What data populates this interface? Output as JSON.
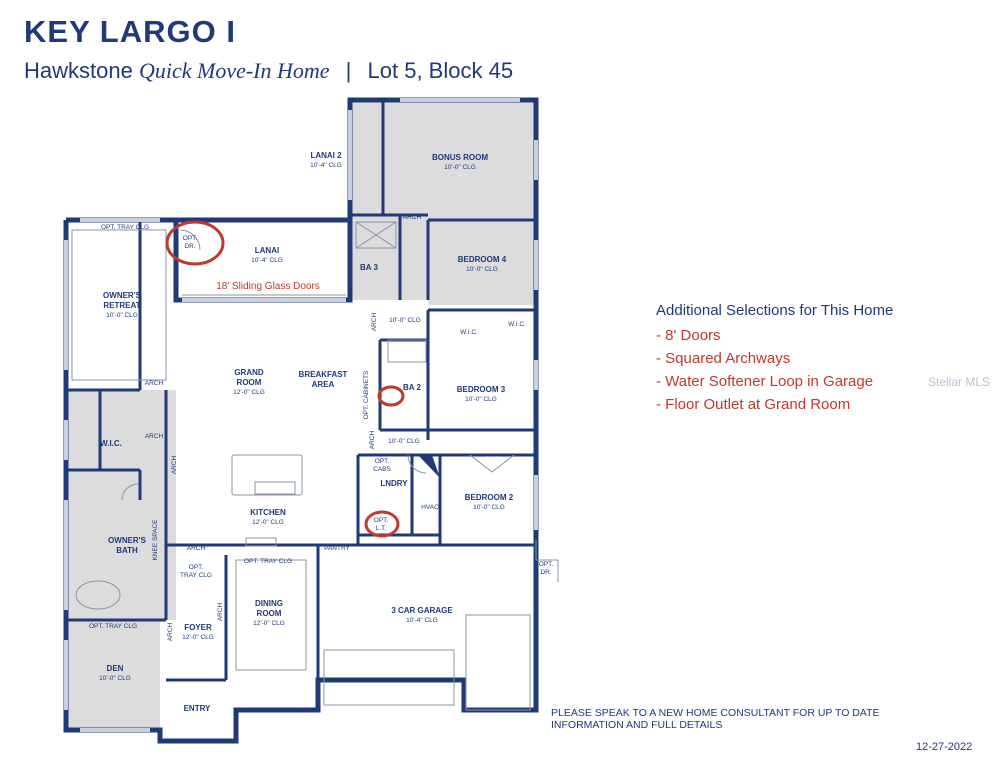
{
  "header": {
    "title": "KEY LARGO I",
    "community": "Hawkstone",
    "home_type": "Quick Move-In Home",
    "separator": "|",
    "lot": "Lot 5, Block 45"
  },
  "plan": {
    "lanai2": {
      "name": "LANAI 2",
      "clg": "10'-4\" CLG"
    },
    "bonus": {
      "name": "BONUS ROOM",
      "clg": "10'-0\" CLG"
    },
    "lanai": {
      "name": "LANAI",
      "clg": "10'-4\" CLG"
    },
    "ba3": {
      "name": "BA 3"
    },
    "bedroom4": {
      "name": "BEDROOM 4",
      "clg": "10'-0\" CLG"
    },
    "owners_retreat": {
      "name1": "OWNER'S",
      "name2": "RETREAT",
      "clg": "10'-0\" CLG",
      "opt": "OPT. TRAY CLG"
    },
    "sliding_glass": "18' Sliding Glass Doors",
    "opt_dr": {
      "line1": "OPT.",
      "line2": "DR."
    },
    "hall_clg": "10'-0\" CLG",
    "hall_clg2": "10'-0\" CLG",
    "wic": "W.I.C.",
    "grand": {
      "name1": "GRAND",
      "name2": "ROOM",
      "clg": "12'-0\" CLG"
    },
    "breakfast": {
      "name1": "BREAKFAST",
      "name2": "AREA"
    },
    "opt_cabinets": "OPT. CABINETS",
    "ba2": {
      "name": "BA 2"
    },
    "bedroom3": {
      "name": "BEDROOM 3",
      "clg": "10'-0\" CLG"
    },
    "arch": "ARCH",
    "owners_wic": "W.I.C.",
    "opt_cabs": {
      "line1": "OPT.",
      "line2": "CABS"
    },
    "lndry": "LNDRY",
    "hvac": "HVAC",
    "opt_lt": {
      "line1": "OPT.",
      "line2": "L.T."
    },
    "bedroom2": {
      "name": "BEDROOM 2",
      "clg": "10'-0\" CLG"
    },
    "kitchen": {
      "name": "KITCHEN",
      "clg": "12'-0\" CLG"
    },
    "owners_bath": {
      "name1": "OWNER'S",
      "name2": "BATH"
    },
    "knee_space": "KNEE SPACE",
    "pantry": "PANTRY",
    "opt_tray": "OPT. TRAY CLG",
    "opt_tray_foyer": {
      "line1": "OPT.",
      "line2": "TRAY CLG"
    },
    "dining": {
      "name1": "DINING",
      "name2": "ROOM",
      "clg": "12'-0\" CLG"
    },
    "foyer": {
      "name": "FOYER",
      "clg": "12'-0\" CLG"
    },
    "garage": {
      "name": "3 CAR GARAGE",
      "clg": "10'-4\" CLG"
    },
    "den": {
      "name": "DEN",
      "clg": "10'-0\" CLG"
    },
    "entry": "ENTRY"
  },
  "selections": {
    "heading": "Additional Selections for This Home",
    "items": [
      "- 8' Doors",
      "- Squared Archways",
      "- Water Softener Loop in Garage",
      "- Floor Outlet at Grand Room"
    ]
  },
  "watermark": "Stellar MLS",
  "disclaimer": "PLEASE SPEAK TO A NEW HOME CONSULTANT FOR UP TO DATE INFORMATION AND FULL DETAILS",
  "date": "12-27-2022",
  "colors": {
    "navy": "#1f3a78",
    "red": "#c0392b",
    "room_gray": "#dcdcdc"
  }
}
